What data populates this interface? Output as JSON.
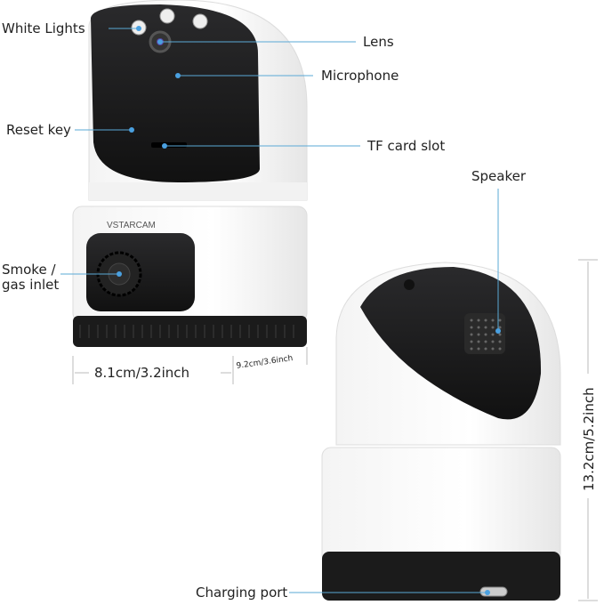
{
  "brand": "VSTARCAM",
  "callouts": {
    "white_lights": "White Lights",
    "lens": "Lens",
    "microphone": "Microphone",
    "reset_key": "Reset key",
    "tf_card_slot": "TF card slot",
    "speaker": "Speaker",
    "smoke_line1": "Smoke /",
    "smoke_line2": "gas inlet",
    "charging_port": "Charging port"
  },
  "dimensions": {
    "width": "8.1cm/3.2inch",
    "depth": "9.2cm/3.6inch",
    "height": "13.2cm/5.2inch"
  },
  "colors": {
    "leader_line": "#5aa9d6",
    "body": "#ffffff",
    "dark": "#1e1e20"
  }
}
